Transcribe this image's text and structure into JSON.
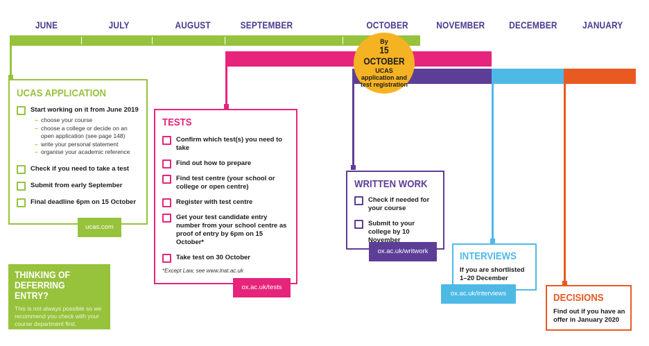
{
  "months": [
    "JUNE",
    "JULY",
    "AUGUST",
    "SEPTEMBER",
    "OCTOBER",
    "NOVEMBER",
    "DECEMBER",
    "JANUARY"
  ],
  "colors": {
    "green": "#97c23c",
    "pink": "#e6247b",
    "purple": "#5c3e97",
    "blue": "#4fb9e6",
    "orange": "#e95a23",
    "yellow": "#f5b324"
  },
  "deadline_badge": {
    "by": "By",
    "date": "15 OCTOBER",
    "label": "UCAS application and test registration"
  },
  "ucas": {
    "title": "UCAS APPLICATION",
    "items": [
      {
        "text": "Start working on it from June 2019",
        "sub": [
          "choose your course",
          "choose a college or decide on an open application (see page 148)",
          "write your personal statement",
          "organise your academic reference"
        ]
      },
      {
        "text": "Check if you need to take a test"
      },
      {
        "text": "Submit from early September"
      },
      {
        "text": "Final deadline 6pm on 15 October"
      }
    ],
    "link": "ucas.com"
  },
  "tests": {
    "title": "TESTS",
    "items": [
      "Confirm which test(s) you need to take",
      "Find out how to prepare",
      "Find test centre (your school or college or open centre)",
      "Register with test centre",
      "Get your test candidate entry number from your school centre as proof of entry by 6pm on 15 October*",
      "Take test on 30 October"
    ],
    "footnote": "*Except Law, see www.lnat.ac.uk",
    "link": "ox.ac.uk/tests"
  },
  "written": {
    "title": "WRITTEN WORK",
    "items": [
      "Check if needed for your course",
      "Submit to your college by 10 November"
    ],
    "link": "ox.ac.uk/writwork"
  },
  "interviews": {
    "title": "INTERVIEWS",
    "text": "If you are shortlisted 1–20 December",
    "link": "ox.ac.uk/interviews"
  },
  "decisions": {
    "title": "DECISIONS",
    "text": "Find out if you have an offer in January 2020"
  },
  "deferring": {
    "title": "THINKING OF DEFERRING ENTRY?",
    "text": "This is not always possible so we recommend you check with your course department first."
  }
}
